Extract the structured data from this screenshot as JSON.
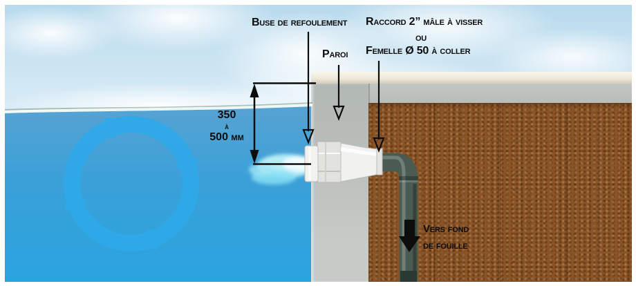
{
  "diagram_title": "pool-return-nozzle-installation",
  "labels": {
    "nozzle": "Buse de refoulement",
    "wall": "Paroi",
    "fitting_line1": "Raccord 2” mâle à visser",
    "fitting_line2": "ou",
    "fitting_line3": "Femelle Ø 50 à coller",
    "depth_value1": "350",
    "depth_value2": "à",
    "depth_value3": "500 mm",
    "pipe_dest_line1": "Vers fond",
    "pipe_dest_line2": "de fouille"
  },
  "colors": {
    "sky_top": "#b6d9ec",
    "sky_bottom": "#ddeef8",
    "water_top": "#58a3d2",
    "water_mid": "#3aa0d8",
    "water_bottom": "#2aa4df",
    "swirl": "#2fa9e9",
    "wall": "#b9bdb9",
    "wall_light": "#c7cac5",
    "coping": "#ece7d6",
    "soil": "#8a5426",
    "pipe": "#4a5c52",
    "fitting": "#f1f2ef",
    "jet": "#b7ecf7",
    "annotation": "#0c0c0c"
  }
}
